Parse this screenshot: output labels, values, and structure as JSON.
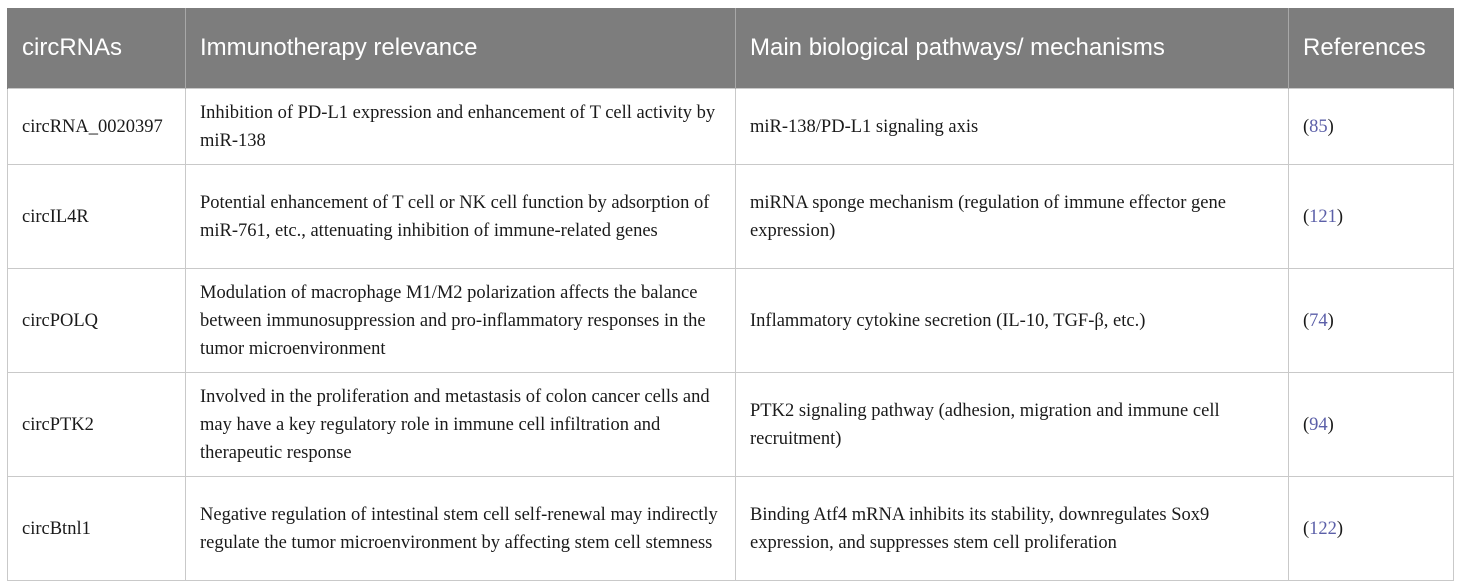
{
  "header": {
    "col1": "circRNAs",
    "col2": "Immunotherapy relevance",
    "col3": "Main biological pathways/ mechanisms",
    "col4": "References"
  },
  "rows": [
    {
      "circrna": "circRNA_0020397",
      "relevance": "Inhibition of PD-L1 expression and enhancement of T cell activity by miR-138",
      "pathway": "miR-138/PD-L1 signaling axis",
      "ref": "85"
    },
    {
      "circrna": "circIL4R",
      "relevance": "Potential enhancement of T cell or NK cell function by adsorption of miR-761, etc., attenuating inhibition of immune-related genes",
      "pathway": "miRNA sponge mechanism (regulation of immune effector gene expression)",
      "ref": "121"
    },
    {
      "circrna": "circPOLQ",
      "relevance": "Modulation of macrophage M1/M2 polarization affects the balance between immunosuppression and pro-inflammatory responses in the tumor microenvironment",
      "pathway": "Inflammatory cytokine secretion (IL-10, TGF-β, etc.)",
      "ref": "74"
    },
    {
      "circrna": "circPTK2",
      "relevance": "Involved in the proliferation and metastasis of colon cancer cells and may have a key regulatory role in immune cell infiltration and therapeutic response",
      "pathway": "PTK2 signaling pathway (adhesion, migration and immune cell recruitment)",
      "ref": "94"
    },
    {
      "circrna": "circBtnl1",
      "relevance": "Negative regulation of intestinal stem cell self-renewal may indirectly regulate the tumor microenvironment by affecting stem cell stemness",
      "pathway": "Binding Atf4 mRNA inhibits its stability, downregulates Sox9 expression, and suppresses stem cell proliferation",
      "ref": "122"
    }
  ],
  "colors": {
    "header_bg": "#7d7d7d",
    "header_text": "#ffffff",
    "link": "#5b5fa8",
    "border": "#c9c9c9"
  }
}
